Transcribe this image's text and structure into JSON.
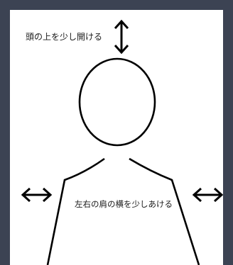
{
  "labels": {
    "top": "頭の上を少し開ける",
    "sides": "左右の肩の横を少しあける"
  },
  "icons": {
    "top_arrow": "vertical-double-arrow-icon",
    "left_arrow": "horizontal-double-arrow-icon",
    "right_arrow": "horizontal-double-arrow-icon",
    "figure": "head-and-shoulders-silhouette"
  },
  "colors": {
    "outer_background": "#3c4353",
    "frame_background": "#ffffff",
    "line": "#000000"
  }
}
